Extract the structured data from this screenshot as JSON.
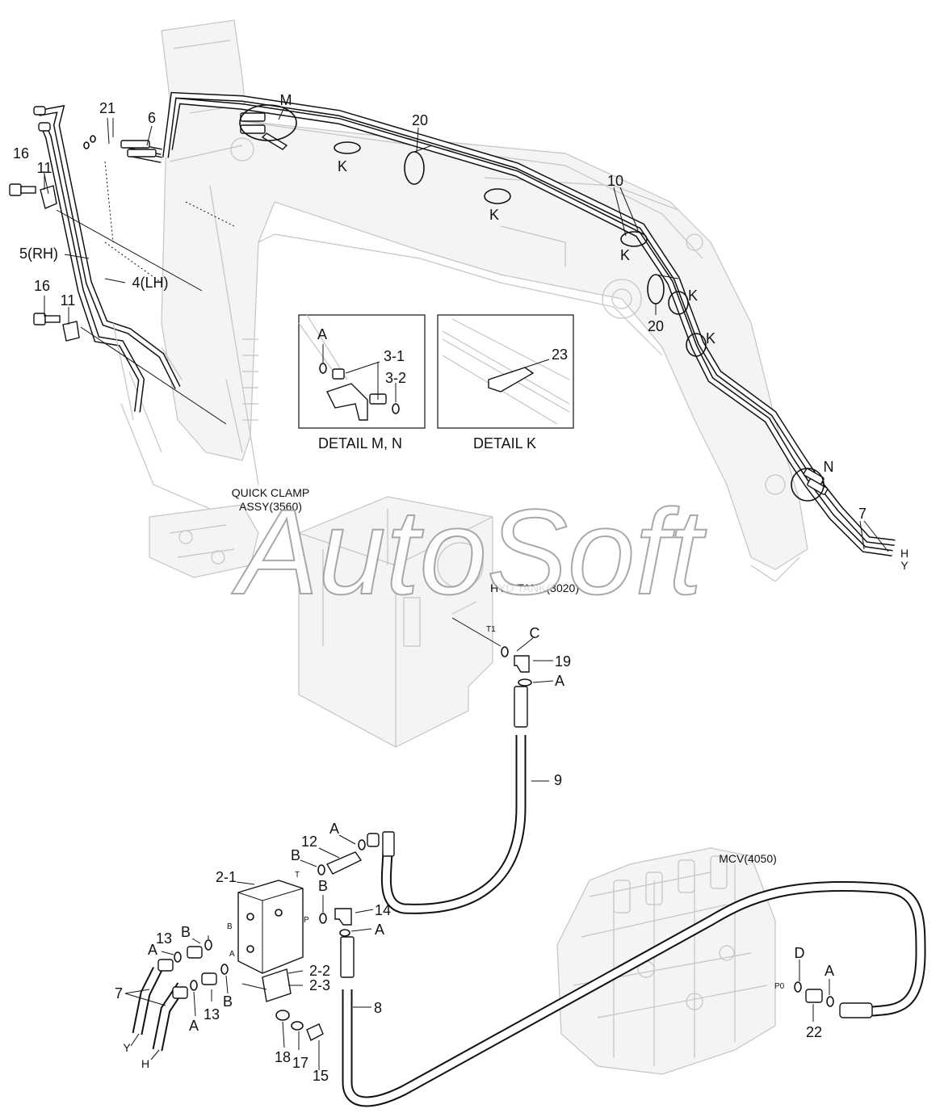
{
  "watermark": "AutoSoft",
  "details": {
    "mn": {
      "caption": "DETAIL M, N",
      "labels": {
        "a": "A",
        "p31": "3-1",
        "p32": "3-2"
      }
    },
    "k": {
      "caption": "DETAIL K",
      "labels": {
        "p23": "23"
      }
    }
  },
  "assemblies": {
    "quick_clamp_1": "QUICK CLAMP",
    "quick_clamp_2": "ASSY(3560)",
    "hyd_tank": "HYD TANK(3020)",
    "mcv": "MCV(4050)"
  },
  "ports": {
    "t1": "T1",
    "t": "T",
    "p": "P",
    "b": "B",
    "a": "A",
    "p0": "P0"
  },
  "callouts": {
    "c21": "21",
    "c6": "6",
    "cM": "M",
    "c20a": "20",
    "cKa": "K",
    "cKb": "K",
    "c10": "10",
    "cKc": "K",
    "cKd": "K",
    "cKe": "K",
    "c20b": "20",
    "c16a": "16",
    "c11a": "11",
    "c5rh": "5(RH)",
    "c4lh": "4(LH)",
    "c16b": "16",
    "c11b": "11",
    "cN": "N",
    "c7a": "7",
    "cH1": "H",
    "cY1": "Y",
    "cC": "C",
    "c19": "19",
    "cA1": "A",
    "c9": "9",
    "c12": "12",
    "cA2": "A",
    "cB1": "B",
    "c21b": "2-1",
    "cB2": "B",
    "c14": "14",
    "cA3": "A",
    "c13a": "13",
    "cB3": "B",
    "cA4": "A",
    "c7b": "7",
    "c13b": "13",
    "cB4": "B",
    "cA5": "A",
    "cY2": "Y",
    "cH2": "H",
    "c22a": "2-2",
    "c23": "2-3",
    "c8": "8",
    "c18": "18",
    "c17": "17",
    "c15": "15",
    "cD": "D",
    "cA6": "A",
    "c22": "22"
  }
}
